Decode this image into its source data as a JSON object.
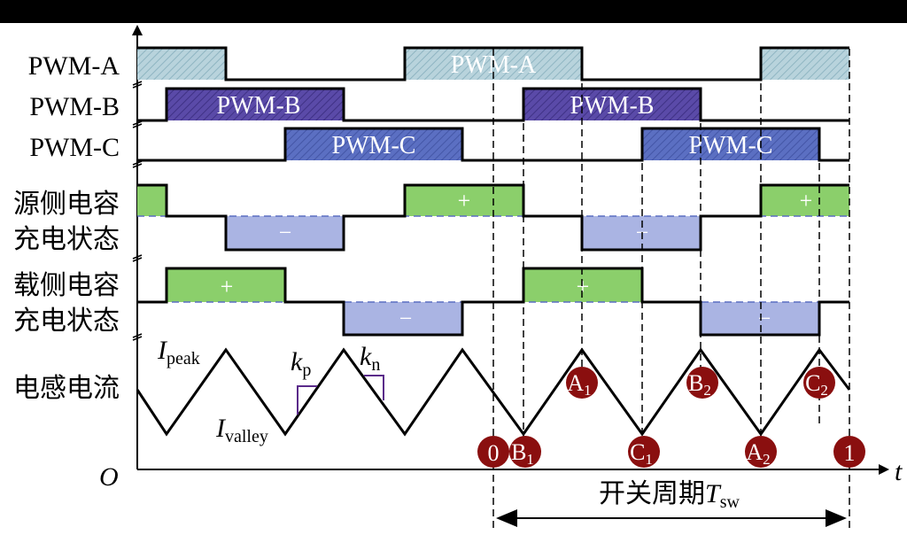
{
  "rows": {
    "pwm_a": "PWM-A",
    "pwm_b": "PWM-B",
    "pwm_c": "PWM-C",
    "src_cap_1": "源侧电容",
    "src_cap_2": "充电状态",
    "load_cap_1": "载侧电容",
    "load_cap_2": "充电状态",
    "inductor": "电感电流"
  },
  "pulse_labels": {
    "pwm_a": "PWM-A",
    "pwm_b": "PWM-B",
    "pwm_c": "PWM-C"
  },
  "signs": {
    "plus": "+",
    "minus": "−"
  },
  "current": {
    "I": "I",
    "peak_sub": "peak",
    "valley_sub": "valley",
    "k": "k",
    "kp_sub": "p",
    "kn_sub": "n"
  },
  "markers": [
    {
      "main": "0",
      "sub": ""
    },
    {
      "main": "B",
      "sub": "1"
    },
    {
      "main": "C",
      "sub": "1"
    },
    {
      "main": "A",
      "sub": "2"
    },
    {
      "main": "1",
      "sub": ""
    },
    {
      "main": "A",
      "sub": "1"
    },
    {
      "main": "B",
      "sub": "2"
    },
    {
      "main": "C",
      "sub": "2"
    }
  ],
  "axis": {
    "origin": "O",
    "t": "t"
  },
  "period": {
    "label": "开关周期",
    "T": "T",
    "sub": "sw"
  },
  "colors": {
    "pwm_a": "#b8d3dc",
    "pwm_b": "#5a4aa8",
    "pwm_c": "#5b6fc2",
    "positive": "#8bcf6b",
    "negative": "#aab4e3",
    "marker": "#8a0f0f",
    "ref": "#5b6fc2"
  }
}
